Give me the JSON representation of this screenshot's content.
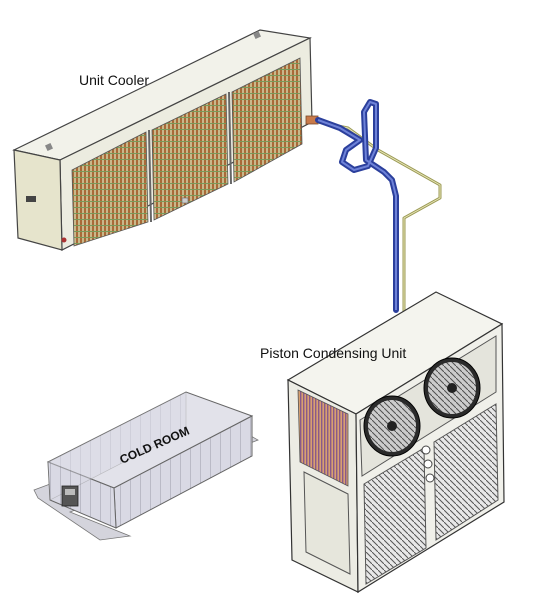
{
  "labels": {
    "unit_cooler": "Unit Cooler",
    "condensing_unit": "Piston Condensing Unit",
    "cold_room": "COLD ROOM"
  },
  "colors": {
    "suction_line": "#2b3f9c",
    "liquid_line": "#9b9a55",
    "cabinet_fill": "#eeeee2",
    "coil_copper": "#b0703a",
    "coil_green": "#7a9a5a",
    "room_panel": "#c9c9d6"
  }
}
